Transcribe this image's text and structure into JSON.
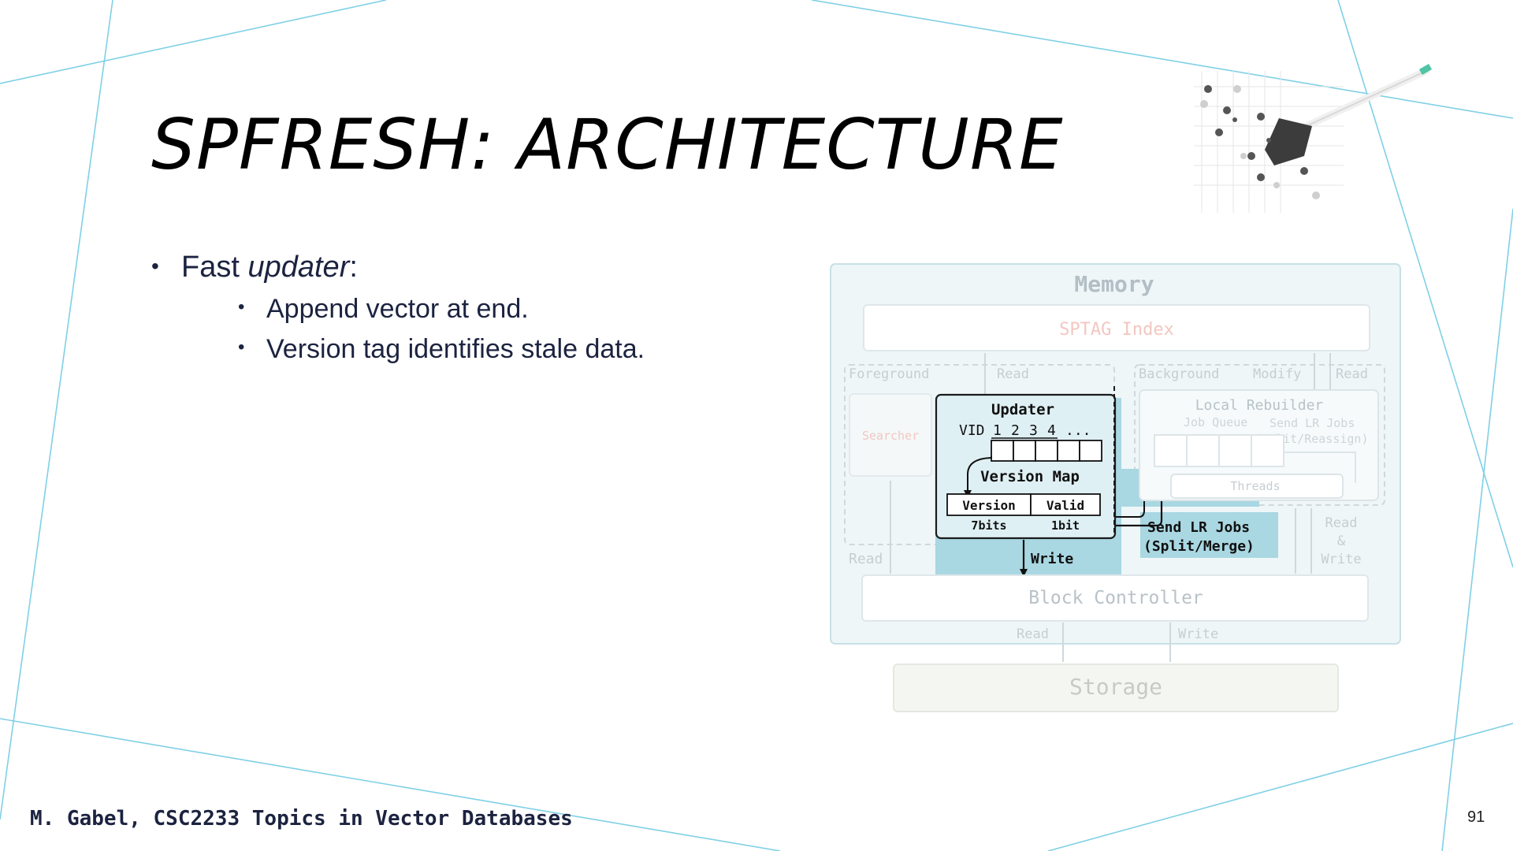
{
  "slide": {
    "title": "SPFRESH: ARCHITECTURE",
    "bullets": {
      "level1_prefix": "Fast ",
      "level1_emph": "updater",
      "level1_suffix": ":",
      "sub": [
        "Append vector at end.",
        "Version tag identifies stale data."
      ]
    },
    "footer": "M. Gabel, CSC2233 Topics in Vector Databases",
    "page_number": "91"
  },
  "diagram": {
    "memory": "Memory",
    "sptag_index": "SPTAG Index",
    "foreground": "Foreground",
    "read": "Read",
    "background": "Background",
    "modify": "Modify",
    "searcher": "Searcher",
    "updater": "Updater",
    "vid": "VID",
    "vid_cols": [
      "1",
      "2",
      "3",
      "4",
      "..."
    ],
    "version_map": "Version Map",
    "version": "Version",
    "valid": "Valid",
    "bits7": "7bits",
    "bit1": "1bit",
    "local_rebuilder": "Local Rebuilder",
    "job_queue": "Job Queue",
    "send_lr_jobs_top": "Send LR Jobs",
    "split_reassign": "(Split/Reassign)",
    "threads": "Threads",
    "send_lr_jobs": "Send LR Jobs",
    "split_merge": "(Split/Merge)",
    "write": "Write",
    "read_and_write": [
      "Read",
      "&",
      "Write"
    ],
    "block_controller": "Block Controller",
    "storage": "Storage"
  },
  "colors": {
    "accent_line": "#7fd0e6",
    "memory_bg": "#eef6f8",
    "highlight": "#a9d7e2",
    "text_dark": "#1c2340"
  }
}
